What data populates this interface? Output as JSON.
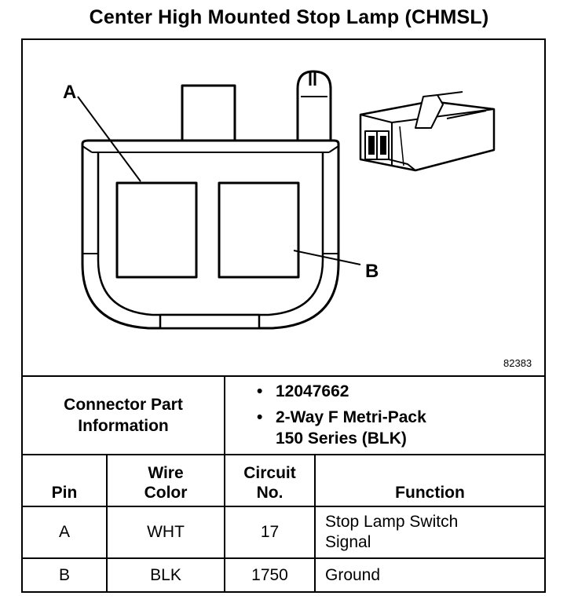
{
  "title": "Center High Mounted Stop Lamp (CHMSL)",
  "figure": {
    "number": "82383",
    "labels": {
      "a": "A",
      "b": "B"
    }
  },
  "connector_info": {
    "label_line1": "Connector Part",
    "label_line2": "Information",
    "part_number": "12047662",
    "description_line1": "2-Way F Metri-Pack",
    "description_line2": "150 Series (BLK)",
    "bullet": "•"
  },
  "table": {
    "headers": {
      "pin": "Pin",
      "wire_color_line1": "Wire",
      "wire_color_line2": "Color",
      "circuit_line1": "Circuit",
      "circuit_line2": "No.",
      "function": "Function"
    },
    "rows": [
      {
        "pin": "A",
        "wire_color": "WHT",
        "circuit": "17",
        "function_line1": "Stop Lamp Switch",
        "function_line2": "Signal"
      },
      {
        "pin": "B",
        "wire_color": "BLK",
        "circuit": "1750",
        "function_line1": "Ground",
        "function_line2": ""
      }
    ]
  }
}
